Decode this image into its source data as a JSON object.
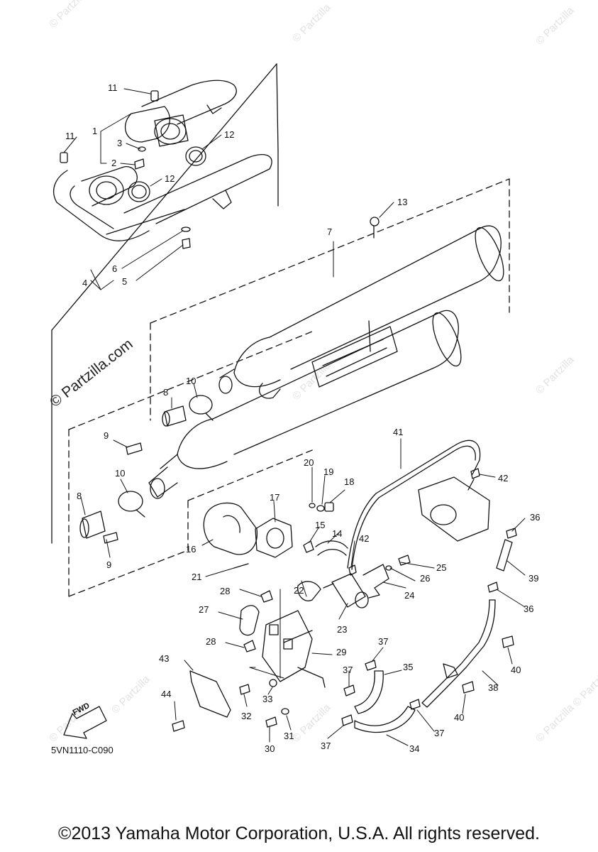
{
  "watermark_small": "© Partzilla",
  "watermark_main": "© Partzilla.com",
  "diagram_code": "5VN1110-C090",
  "fwd_label": "FWD",
  "footer": "©2013 Yamaha Motor Corporation, U.S.A. All rights reserved.",
  "callouts": [
    {
      "n": "1"
    },
    {
      "n": "2"
    },
    {
      "n": "3"
    },
    {
      "n": "4"
    },
    {
      "n": "5"
    },
    {
      "n": "6"
    },
    {
      "n": "7"
    },
    {
      "n": "8"
    },
    {
      "n": "8"
    },
    {
      "n": "9"
    },
    {
      "n": "9"
    },
    {
      "n": "10"
    },
    {
      "n": "10"
    },
    {
      "n": "11"
    },
    {
      "n": "11"
    },
    {
      "n": "12"
    },
    {
      "n": "12"
    },
    {
      "n": "13"
    },
    {
      "n": "14"
    },
    {
      "n": "15"
    },
    {
      "n": "16"
    },
    {
      "n": "17"
    },
    {
      "n": "18"
    },
    {
      "n": "19"
    },
    {
      "n": "20"
    },
    {
      "n": "21"
    },
    {
      "n": "22"
    },
    {
      "n": "23"
    },
    {
      "n": "24"
    },
    {
      "n": "25"
    },
    {
      "n": "26"
    },
    {
      "n": "27"
    },
    {
      "n": "28"
    },
    {
      "n": "28"
    },
    {
      "n": "29"
    },
    {
      "n": "30"
    },
    {
      "n": "31"
    },
    {
      "n": "32"
    },
    {
      "n": "33"
    },
    {
      "n": "34"
    },
    {
      "n": "35"
    },
    {
      "n": "36"
    },
    {
      "n": "36"
    },
    {
      "n": "37"
    },
    {
      "n": "37"
    },
    {
      "n": "37"
    },
    {
      "n": "37"
    },
    {
      "n": "38"
    },
    {
      "n": "39"
    },
    {
      "n": "40"
    },
    {
      "n": "40"
    },
    {
      "n": "41"
    },
    {
      "n": "42"
    },
    {
      "n": "42"
    },
    {
      "n": "43"
    },
    {
      "n": "44"
    }
  ]
}
